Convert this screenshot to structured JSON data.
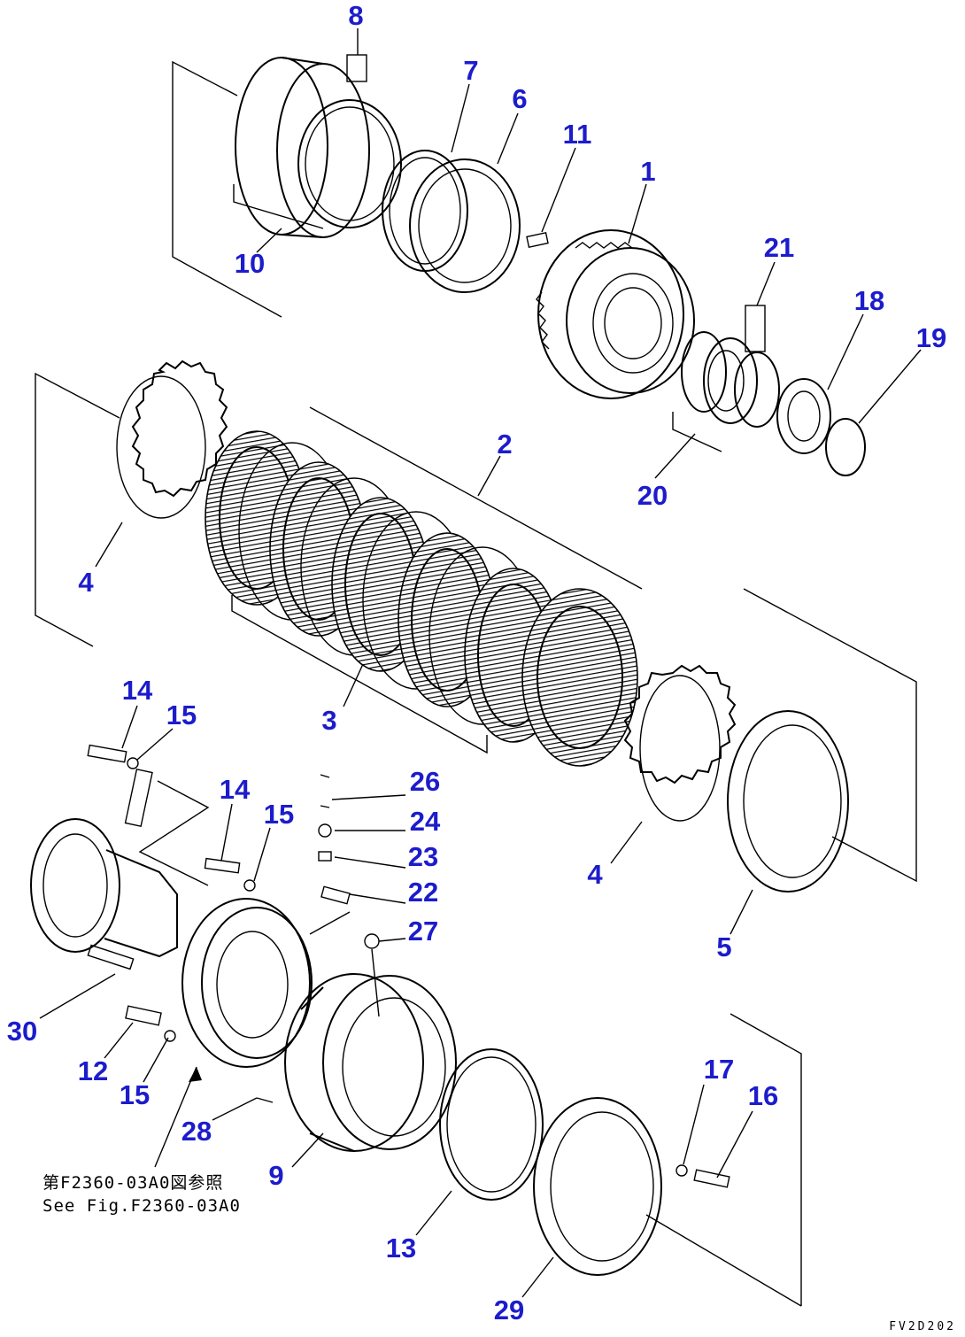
{
  "callouts": [
    {
      "id": "1",
      "label": "1"
    },
    {
      "id": "2",
      "label": "2"
    },
    {
      "id": "3",
      "label": "3"
    },
    {
      "id": "4a",
      "label": "4"
    },
    {
      "id": "4b",
      "label": "4"
    },
    {
      "id": "5",
      "label": "5"
    },
    {
      "id": "6",
      "label": "6"
    },
    {
      "id": "7",
      "label": "7"
    },
    {
      "id": "8",
      "label": "8"
    },
    {
      "id": "9",
      "label": "9"
    },
    {
      "id": "10",
      "label": "10"
    },
    {
      "id": "11",
      "label": "11"
    },
    {
      "id": "12",
      "label": "12"
    },
    {
      "id": "13",
      "label": "13"
    },
    {
      "id": "14a",
      "label": "14"
    },
    {
      "id": "14b",
      "label": "14"
    },
    {
      "id": "15a",
      "label": "15"
    },
    {
      "id": "15b",
      "label": "15"
    },
    {
      "id": "15c",
      "label": "15"
    },
    {
      "id": "16",
      "label": "16"
    },
    {
      "id": "17",
      "label": "17"
    },
    {
      "id": "18",
      "label": "18"
    },
    {
      "id": "19",
      "label": "19"
    },
    {
      "id": "20",
      "label": "20"
    },
    {
      "id": "21",
      "label": "21"
    },
    {
      "id": "22",
      "label": "22"
    },
    {
      "id": "23",
      "label": "23"
    },
    {
      "id": "24",
      "label": "24"
    },
    {
      "id": "26",
      "label": "26"
    },
    {
      "id": "27",
      "label": "27"
    },
    {
      "id": "28",
      "label": "28"
    },
    {
      "id": "29",
      "label": "29"
    },
    {
      "id": "30",
      "label": "30"
    }
  ],
  "reference_note": {
    "line1": "第F2360-03A0図参照",
    "line2": "See Fig.F2360-03A0"
  },
  "drawing_code": "FV2D202"
}
